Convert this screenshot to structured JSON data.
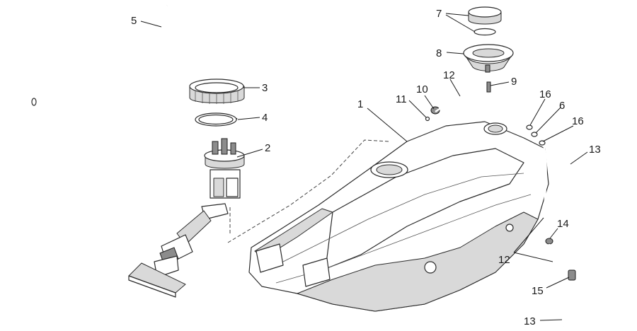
{
  "diagram": {
    "callouts": [
      {
        "id": "c1",
        "label": "1"
      },
      {
        "id": "c2",
        "label": "2"
      },
      {
        "id": "c3",
        "label": "3"
      },
      {
        "id": "c4",
        "label": "4"
      },
      {
        "id": "c5",
        "label": "5"
      },
      {
        "id": "c6",
        "label": "6"
      },
      {
        "id": "c7",
        "label": "7"
      },
      {
        "id": "c8",
        "label": "8"
      },
      {
        "id": "c9",
        "label": "9"
      },
      {
        "id": "c10",
        "label": "10"
      },
      {
        "id": "c11",
        "label": "11"
      },
      {
        "id": "c12a",
        "label": "12"
      },
      {
        "id": "c12b",
        "label": "12"
      },
      {
        "id": "c13a",
        "label": "13"
      },
      {
        "id": "c13b",
        "label": "13"
      },
      {
        "id": "c14",
        "label": "14"
      },
      {
        "id": "c15",
        "label": "15"
      },
      {
        "id": "c16a",
        "label": "16"
      },
      {
        "id": "c16b",
        "label": "16"
      }
    ]
  }
}
